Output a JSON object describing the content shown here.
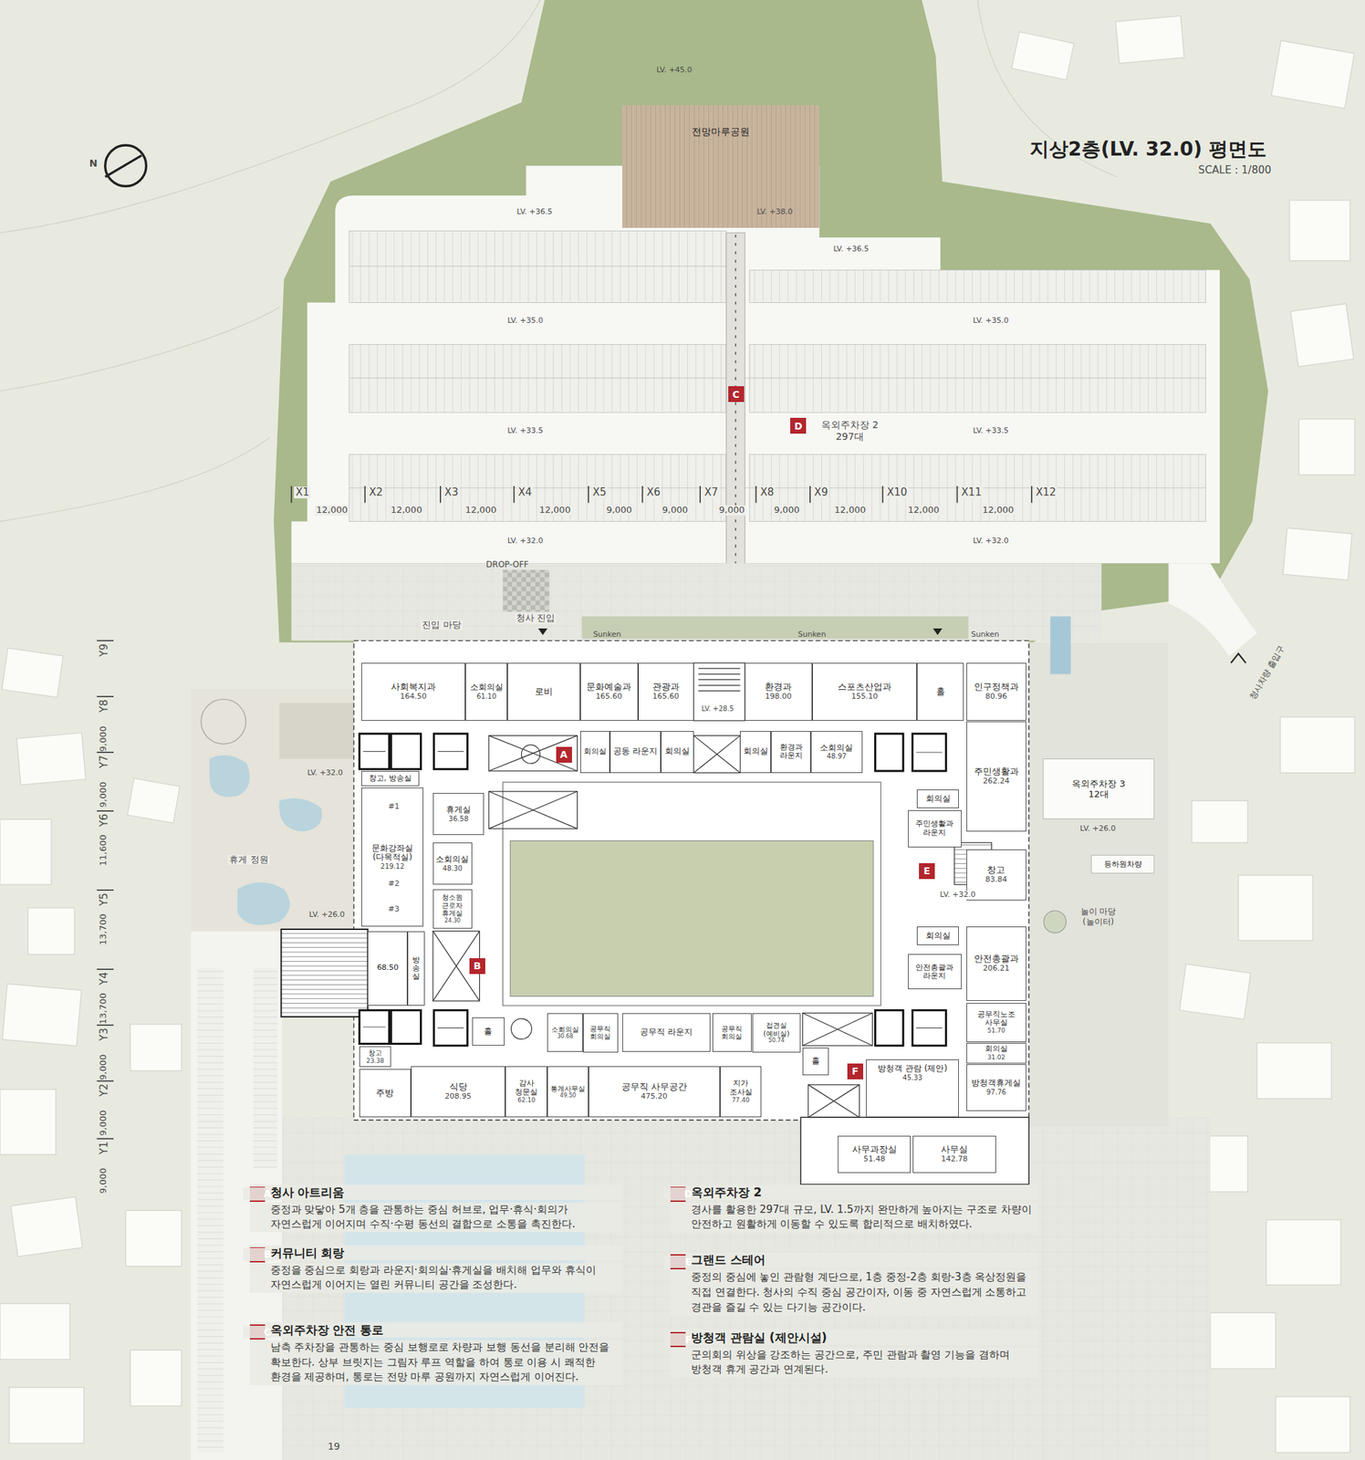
{
  "diagram": {
    "title": "지상2층(LV. 32.0) 평면도",
    "nodes": [
      {
        "text": [
          "전망마루공원"
        ]
      },
      {
        "text": [
          "C"
        ]
      },
      {
        "text": [
          "D"
        ]
      },
      {
        "text": [
          "A"
        ]
      },
      {
        "text": [
          "E"
        ]
      },
      {
        "text": [
          "B"
        ]
      },
      {
        "text": [
          "F"
        ]
      },
      {
        "text": [
          "사회복지과",
          "164.50"
        ]
      },
      {
        "text": [
          "소회의실",
          "61.10"
        ]
      },
      {
        "text": [
          "로비"
        ]
      },
      {
        "text": [
          "문화예술과",
          "165.60"
        ]
      },
      {
        "text": [
          "관광과",
          "165.60"
        ]
      },
      {
        "text": [
          "환경과",
          "198.00"
        ]
      },
      {
        "text": [
          "스포츠산업과",
          "155.10"
        ]
      },
      {
        "text": [
          "홀"
        ]
      },
      {
        "text": [
          "인구정책과",
          "80.96"
        ]
      },
      {
        "text": [
          "회의실"
        ]
      },
      {
        "text": [
          "공동 라운지"
        ]
      },
      {
        "text": [
          "회의실"
        ]
      },
      {
        "text": [
          "회의실"
        ]
      },
      {
        "text": [
          "환경과 라운지"
        ]
      },
      {
        "text": [
          "소회의실",
          "48.97"
        ]
      },
      {
        "text": [
          "주민생활과",
          "262.24"
        ]
      },
      {
        "text": [
          "창고, 방송실"
        ]
      },
      {
        "text": [
          "문화강좌실 (다목적실)",
          "219.12"
        ]
      },
      {
        "text": [
          "휴게실",
          "36.58"
        ]
      },
      {
        "text": [
          "회의실"
        ]
      },
      {
        "text": [
          "주민생활과 라운지"
        ]
      },
      {
        "text": [
          "옥외주차장 3 12대"
        ]
      },
      {
        "text": [
          "소회의실",
          "48.30"
        ]
      },
      {
        "text": [
          "등하원차량"
        ]
      },
      {
        "text": [
          "창고",
          "83.84"
        ]
      },
      {
        "text": [
          "청소원 근로자 휴게실",
          "24.30"
        ]
      },
      {
        "text": [
          "회의실"
        ]
      },
      {
        "text": [
          "68.50"
        ]
      },
      {
        "text": [
          "방송실"
        ]
      },
      {
        "text": [
          "안전총괄과",
          "206.21"
        ]
      },
      {
        "text": [
          "안전총괄과 라운지"
        ]
      },
      {
        "text": [
          "홀"
        ]
      },
      {
        "text": [
          "소회의실",
          "30.68"
        ]
      },
      {
        "text": [
          "공무직 회의실"
        ]
      },
      {
        "text": [
          "공무직 라운지"
        ]
      },
      {
        "text": [
          "공무직 회의실"
        ]
      },
      {
        "text": [
          "접견실 (예비실)",
          "50.74"
        ]
      },
      {
        "text": [
          "공무직노조 사무실",
          "51.70"
        ]
      },
      {
        "text": [
          "창고",
          "23.38"
        ]
      },
      {
        "text": [
          "회의실",
          "31.02"
        ]
      },
      {
        "text": [
          "홀"
        ]
      },
      {
        "text": [
          "방청객 관람 (제안)",
          "45.33"
        ]
      },
      {
        "text": [
          "주방"
        ]
      },
      {
        "text": [
          "식당",
          "208.95"
        ]
      },
      {
        "text": [
          "감사 청문실",
          "62.10"
        ]
      },
      {
        "text": [
          "통계사무실",
          "49.50"
        ]
      },
      {
        "text": [
          "공무직 사무공간",
          "475.20"
        ]
      },
      {
        "text": [
          "지가 조사실",
          "77.40"
        ]
      },
      {
        "text": [
          "방청객휴게실",
          "97.76"
        ]
      },
      {
        "text": [
          "사무과장실",
          "51.48"
        ]
      },
      {
        "text": [
          "사무실",
          "142.78"
        ]
      },
      {
        "text": [
          "청사 아트리움",
          "중정과 맞닿아 5개 층을 관통하는 중심 허브로, 업무·휴식·회의가 자연스럽게 이어지며 수직·수평 동선의 결합으로 소통을 촉진한다."
        ]
      },
      {
        "text": [
          "A"
        ],
        "in": 58
      },
      {
        "text": [
          "커뮤니티 회랑",
          "중정을 중심으로 회랑과 라운지·회의실·휴게실을 배치해 업무와 휴식이 자연스럽게 이어지는 열린 커뮤니티 공간을 조성한다."
        ]
      },
      {
        "text": [
          "B"
        ],
        "in": 60
      },
      {
        "text": [
          "옥외주차장 안전 통로",
          "남측 주차장을 관통하는 중심 보행로로 차량과 보행 동선을 분리해 안전을 확보한다. 상부 브릿지는 그림자 루프 역할을 하여 통로 이용 시 쾌적한 환경을 제공하며, 통로는 전망 마루 공원까지 자연스럽게 이어진다."
        ]
      },
      {
        "text": [
          "C"
        ],
        "in": 62
      },
      {
        "text": [
          "옥외주차장 2",
          "경사를 활용한 297대 규모, LV. 1.5까지 완만하게 높아지는 구조로 차량이 안전하고 원활하게 이동할 수 있도록 합리적으로 배치하였다."
        ]
      },
      {
        "text": [
          "D"
        ],
        "in": 64
      },
      {
        "text": [
          "그랜드 스테어",
          "중정의 중심에 놓인 관람형 계단으로, 1층 중정-2층 회랑-3층 옥상정원을 직접 연결한다. 청사의 수직 중심 공간이자, 이동 중 자연스럽게 소통하고 경관을 즐길 수 있는 다기능 공간이다."
        ]
      },
      {
        "text": [
          "E"
        ],
        "in": 66
      },
      {
        "text": [
          "방청객 관람실 (제안시설)",
          "군의회의 위상을 강조하는 공간으로, 주민 관람과 촬영 기능을 겸하며 방청객 휴게 공간과 연계된다."
        ]
      },
      {
        "text": [
          "F"
        ],
        "in": 68
      }
    ],
    "labels": [
      "SCALE : 1/800",
      "N",
      "LV. +45.0",
      "LV. +36.5",
      "LV. +38.0",
      "LV. +36.5",
      "LV. +35.0",
      "LV. +35.0",
      "옥외주차장 2 297대",
      "LV. +33.5",
      "LV. +33.5",
      "X1",
      "12,000",
      "X2",
      "12,000",
      "X3",
      "12,000",
      "X4",
      "12,000",
      "X5",
      "9,000",
      "X6",
      "9,000",
      "X7",
      "9,000",
      "X8",
      "9,000",
      "X9",
      "12,000",
      "X10",
      "12,000",
      "X11",
      "12,000",
      "X12",
      "LV. +32.0",
      "LV. +32.0",
      "DROP-OFF",
      "진입 마당",
      "청사 진입",
      "Sunken",
      "Sunken",
      "Sunken",
      "청사차량 출입구",
      "LV. +28.5",
      "LV. +32.0",
      "휴게 정원",
      "LV. +26.0",
      "#1",
      "#2",
      "#3",
      "LV. +32.0",
      "LV. +26.0",
      "놀이 마당 (놀이터)",
      "Y9",
      "Y8",
      "9,000",
      "Y7",
      "9,000",
      "Y6",
      "11,600",
      "Y5",
      "13,700",
      "Y4",
      "13,700",
      "Y3",
      "9,000",
      "Y2",
      "9,000",
      "Y1",
      "9,000",
      "19"
    ]
  }
}
